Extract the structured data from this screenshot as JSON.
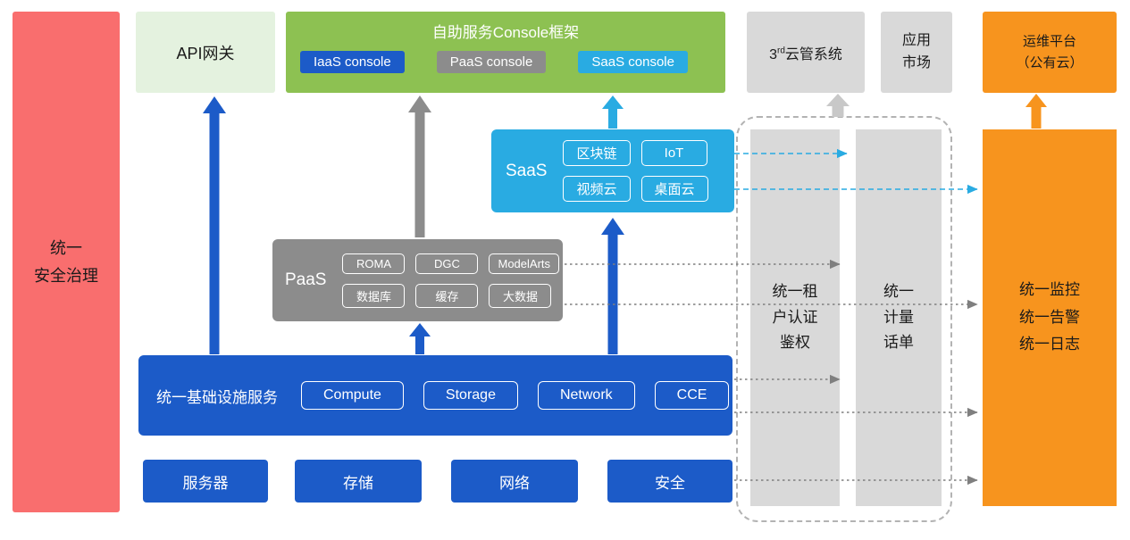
{
  "colors": {
    "red": "#F96E6E",
    "light_green": "#E4F2DF",
    "green": "#8DC152",
    "blue": "#1C5BC8",
    "gray": "#8C8C8C",
    "light_gray": "#D9D9D9",
    "cyan": "#29ABE2",
    "orange": "#F7941E"
  },
  "security_bar": {
    "label": "统一\n安全治理"
  },
  "api_gateway": {
    "label": "API网关"
  },
  "console": {
    "title": "自助服务Console框架",
    "chips": [
      "IaaS console",
      "PaaS console",
      "SaaS console"
    ]
  },
  "third_party": {
    "prefix": "3",
    "sup": "rd",
    "suffix": "云管系统"
  },
  "app_market": {
    "label": "应用\n市场"
  },
  "ops_platform": {
    "label": "运维平台\n（公有云）"
  },
  "saas": {
    "label": "SaaS",
    "items": [
      "区块链",
      "IoT",
      "视频云",
      "桌面云"
    ]
  },
  "paas": {
    "label": "PaaS",
    "items": [
      "ROMA",
      "DGC",
      "ModelArts",
      "数据库",
      "缓存",
      "大数据"
    ]
  },
  "infra": {
    "label": "统一基础设施服务",
    "items": [
      "Compute",
      "Storage",
      "Network",
      "CCE"
    ]
  },
  "hardware": {
    "items": [
      "服务器",
      "存储",
      "网络",
      "安全"
    ]
  },
  "auth_bar": {
    "label": "统一租\n户认证\n鉴权"
  },
  "metering_bar": {
    "label": "统一\n计量\n话单"
  },
  "monitor_bar": {
    "label": "统一监控\n统一告警\n统一日志"
  }
}
